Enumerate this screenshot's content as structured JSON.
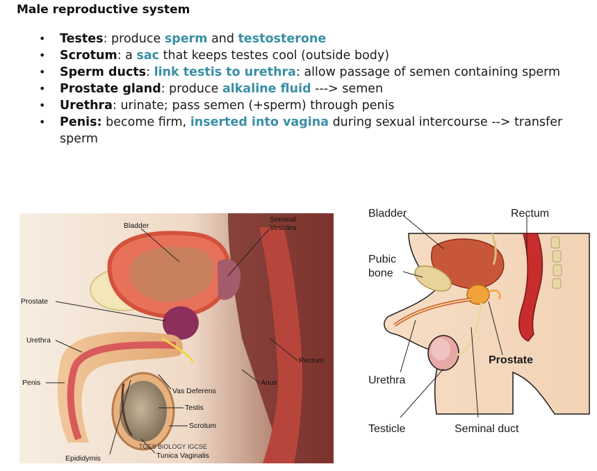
{
  "title": "Male reproductive system",
  "bullets": [
    {
      "term": "Testes",
      "after_term": ": produce ",
      "hl1": "sperm",
      "mid1": " and ",
      "hl2": "testosterone",
      "tail": ""
    },
    {
      "term": "Scrotum",
      "after_term": ": a ",
      "hl1": "sac",
      "mid1": " that keeps testes cool (outside body)",
      "hl2": "",
      "tail": ""
    },
    {
      "term": "Sperm ducts",
      "after_term": ": ",
      "hl1": "link testis to urethra",
      "mid1": ": allow passage of semen containing sperm",
      "hl2": "",
      "tail": ""
    },
    {
      "term": "Prostate gland",
      "after_term": ": produce ",
      "hl1": "alkaline fluid",
      "mid1": " ---> semen",
      "hl2": "",
      "tail": ""
    },
    {
      "term": "Urethra",
      "after_term": ": urinate; pass semen (+sperm) through penis",
      "hl1": "",
      "mid1": "",
      "hl2": "",
      "tail": ""
    },
    {
      "term": "Penis:",
      "after_term": " become firm, ",
      "hl1": "inserted into vagina",
      "mid1": " during sexual intercourse --> transfer sperm",
      "hl2": "",
      "tail": ""
    }
  ],
  "figure1": {
    "labels": {
      "bladder": "Bladder",
      "seminal": "Seminal",
      "vesicles": "Vesicles",
      "prostate": "Prostate",
      "urethra": "Urethra",
      "penis": "Penis",
      "rectum": "Rectum",
      "anus": "Anus",
      "vas_deferens": "Vas Deferens",
      "testis": "Testis",
      "scrotum": "Scrotum",
      "epididymis": "Epididymis",
      "tunica": "Tunica Vaginalis",
      "watermark": "TGES BIOLOGY IGCSE"
    }
  },
  "figure2": {
    "labels": {
      "bladder": "Bladder",
      "rectum": "Rectum",
      "pubic": "Pubic",
      "bone": "bone",
      "prostate": "Prostate",
      "urethra": "Urethra",
      "testicle": "Testicle",
      "seminal_duct": "Seminal duct"
    }
  }
}
